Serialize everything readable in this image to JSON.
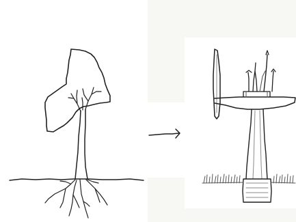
{
  "scene": {
    "left_drawing": "tree-with-roots",
    "connector": "arrow-right",
    "right_drawing": "wind-turbine-on-foundation",
    "ink_color": "#1f1f1f",
    "paper_color": "#ffffff",
    "background_color": "#f7f7f4"
  }
}
